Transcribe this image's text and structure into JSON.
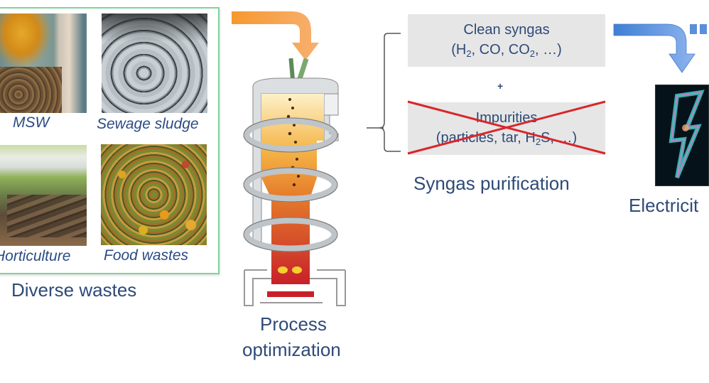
{
  "waste_panel": {
    "title": "Diverse wastes",
    "items": [
      {
        "label": "MSW",
        "image": "msw-grab-crane-photo"
      },
      {
        "label": "Sewage sludge",
        "image": "cracked-sludge-photo"
      },
      {
        "label": "Horticulture",
        "visible_label": "Horticulture",
        "image": "cut-tree-logs-photo"
      },
      {
        "label": "Food wastes",
        "image": "food-scraps-photo"
      }
    ],
    "border_color": "#7fd39a"
  },
  "process": {
    "label_line1": "Process",
    "label_line2": "optimization",
    "arrow_color": "#f5923a"
  },
  "purification": {
    "clean": {
      "line1": "Clean syngas",
      "line2_parts": [
        "(H",
        "2",
        ", CO, CO",
        "2",
        ", …)"
      ]
    },
    "plus": "+",
    "impurities": {
      "line1": "Impurities",
      "line2_parts": [
        "(particles, tar, H",
        "2",
        "S, …)"
      ],
      "crossed_out": true,
      "cross_color": "#d9262a"
    },
    "title": "Syngas purification"
  },
  "output": {
    "label": "Electricit",
    "arrow_color": "#5b8fd9",
    "icon": "lightning-bolt"
  }
}
